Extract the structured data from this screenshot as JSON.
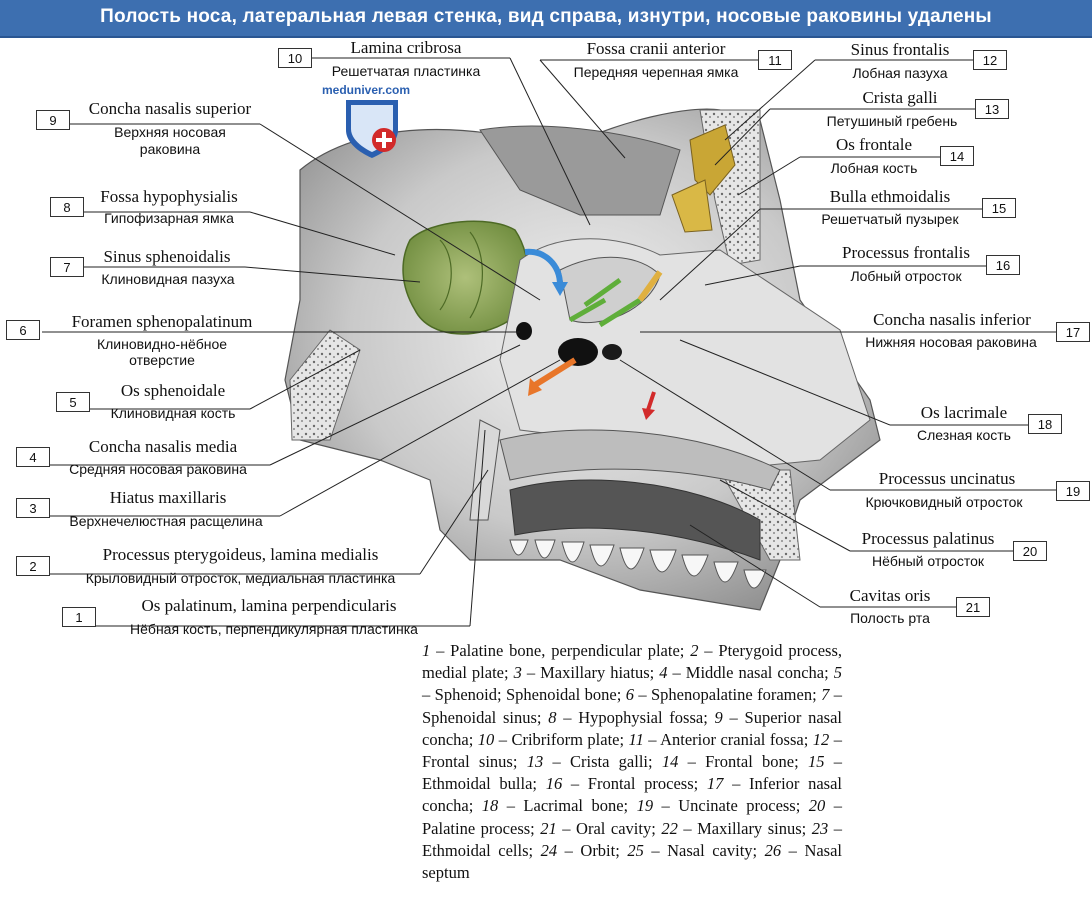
{
  "header": {
    "title": "Полость носа, латеральная левая стенка, вид справа, изнутри, носовые раковины удалены"
  },
  "watermark": {
    "text": "meduniver.com"
  },
  "colors": {
    "header_bg": "#3d6fb0",
    "sinus_green": "#8fa85a",
    "crista_yellow": "#c9a635",
    "arrow_blue": "#3a8bd8",
    "arrow_green": "#5fae3a",
    "arrow_orange": "#e8762a",
    "arrow_red": "#d22a2a"
  },
  "labels": [
    {
      "num": "1",
      "latin": "Os palatinum, lamina perpendicularis",
      "russian": "Нёбная кость, перпендикулярная пластинка"
    },
    {
      "num": "2",
      "latin": "Processus pterygoideus, lamina medialis",
      "russian": "Крыловидный отросток, медиальная пластинка"
    },
    {
      "num": "3",
      "latin": "Hiatus maxillaris",
      "russian": "Верхнечелюстная расщелина"
    },
    {
      "num": "4",
      "latin": "Concha nasalis media",
      "russian": "Средняя носовая раковина"
    },
    {
      "num": "5",
      "latin": "Os sphenoidale",
      "russian": "Клиновидная кость"
    },
    {
      "num": "6",
      "latin": "Foramen sphenopalatinum",
      "russian": "Клиновидно-нёбное",
      "russian2": "отверстие"
    },
    {
      "num": "7",
      "latin": "Sinus sphenoidalis",
      "russian": "Клиновидная пазуха"
    },
    {
      "num": "8",
      "latin": "Fossa hypophysialis",
      "russian": "Гипофизарная ямка"
    },
    {
      "num": "9",
      "latin": "Concha nasalis superior",
      "russian": "Верхняя носовая",
      "russian2": "раковина"
    },
    {
      "num": "10",
      "latin": "Lamina cribrosa",
      "russian": "Решетчатая пластинка"
    },
    {
      "num": "11",
      "latin": "Fossa cranii anterior",
      "russian": "Передняя черепная ямка"
    },
    {
      "num": "12",
      "latin": "Sinus frontalis",
      "russian": "Лобная пазуха"
    },
    {
      "num": "13",
      "latin": "Crista galli",
      "russian": "Петушиный гребень"
    },
    {
      "num": "14",
      "latin": "Os frontale",
      "russian": "Лобная кость"
    },
    {
      "num": "15",
      "latin": "Bulla ethmoidalis",
      "russian": "Решетчатый пузырек"
    },
    {
      "num": "16",
      "latin": "Processus frontalis",
      "russian": "Лобный отросток"
    },
    {
      "num": "17",
      "latin": "Concha nasalis inferior",
      "russian": "Нижняя носовая раковина"
    },
    {
      "num": "18",
      "latin": "Os lacrimale",
      "russian": "Слезная кость"
    },
    {
      "num": "19",
      "latin": "Processus uncinatus",
      "russian": "Крючковидный отросток"
    },
    {
      "num": "20",
      "latin": "Processus palatinus",
      "russian": "Нёбный отросток"
    },
    {
      "num": "21",
      "latin": "Cavitas oris",
      "russian": "Полость рта"
    }
  ],
  "legend": [
    {
      "n": "1",
      "t": " – Palatine bone, perpendicular plate; "
    },
    {
      "n": "2",
      "t": " – Pterygoid process, medial plate; "
    },
    {
      "n": "3",
      "t": " – Maxillary hiatus; "
    },
    {
      "n": "4",
      "t": " – Middle nasal concha; "
    },
    {
      "n": "5",
      "t": " – Sphenoid; Sphenoidal bone; "
    },
    {
      "n": "6",
      "t": " – Sphenopalatine foramen; "
    },
    {
      "n": "7",
      "t": " – Sphenoidal sinus; "
    },
    {
      "n": "8",
      "t": " – Hypophysial fossa; "
    },
    {
      "n": "9",
      "t": " – Superior nasal concha; "
    },
    {
      "n": "10",
      "t": " – Cribriform plate; "
    },
    {
      "n": "11",
      "t": " – Anterior cranial fossa; "
    },
    {
      "n": "12",
      "t": " – Frontal sinus; "
    },
    {
      "n": "13",
      "t": " – Crista galli; "
    },
    {
      "n": "14",
      "t": " – Frontal bone; "
    },
    {
      "n": "15",
      "t": " – Ethmoidal bulla; "
    },
    {
      "n": "16",
      "t": " – Frontal process; "
    },
    {
      "n": "17",
      "t": " – Inferior nasal concha; "
    },
    {
      "n": "18",
      "t": " – Lacrimal bone; "
    },
    {
      "n": "19",
      "t": " – Uncinate process; "
    },
    {
      "n": "20",
      "t": " – Palatine process; "
    },
    {
      "n": "21",
      "t": " – Oral cavity; "
    },
    {
      "n": "22",
      "t": " – Maxillary sinus; "
    },
    {
      "n": "23",
      "t": " – Ethmoidal cells; "
    },
    {
      "n": "24",
      "t": " – Orbit; "
    },
    {
      "n": "25",
      "t": " – Nasal cavity; "
    },
    {
      "n": "26",
      "t": " – Nasal septum"
    }
  ]
}
